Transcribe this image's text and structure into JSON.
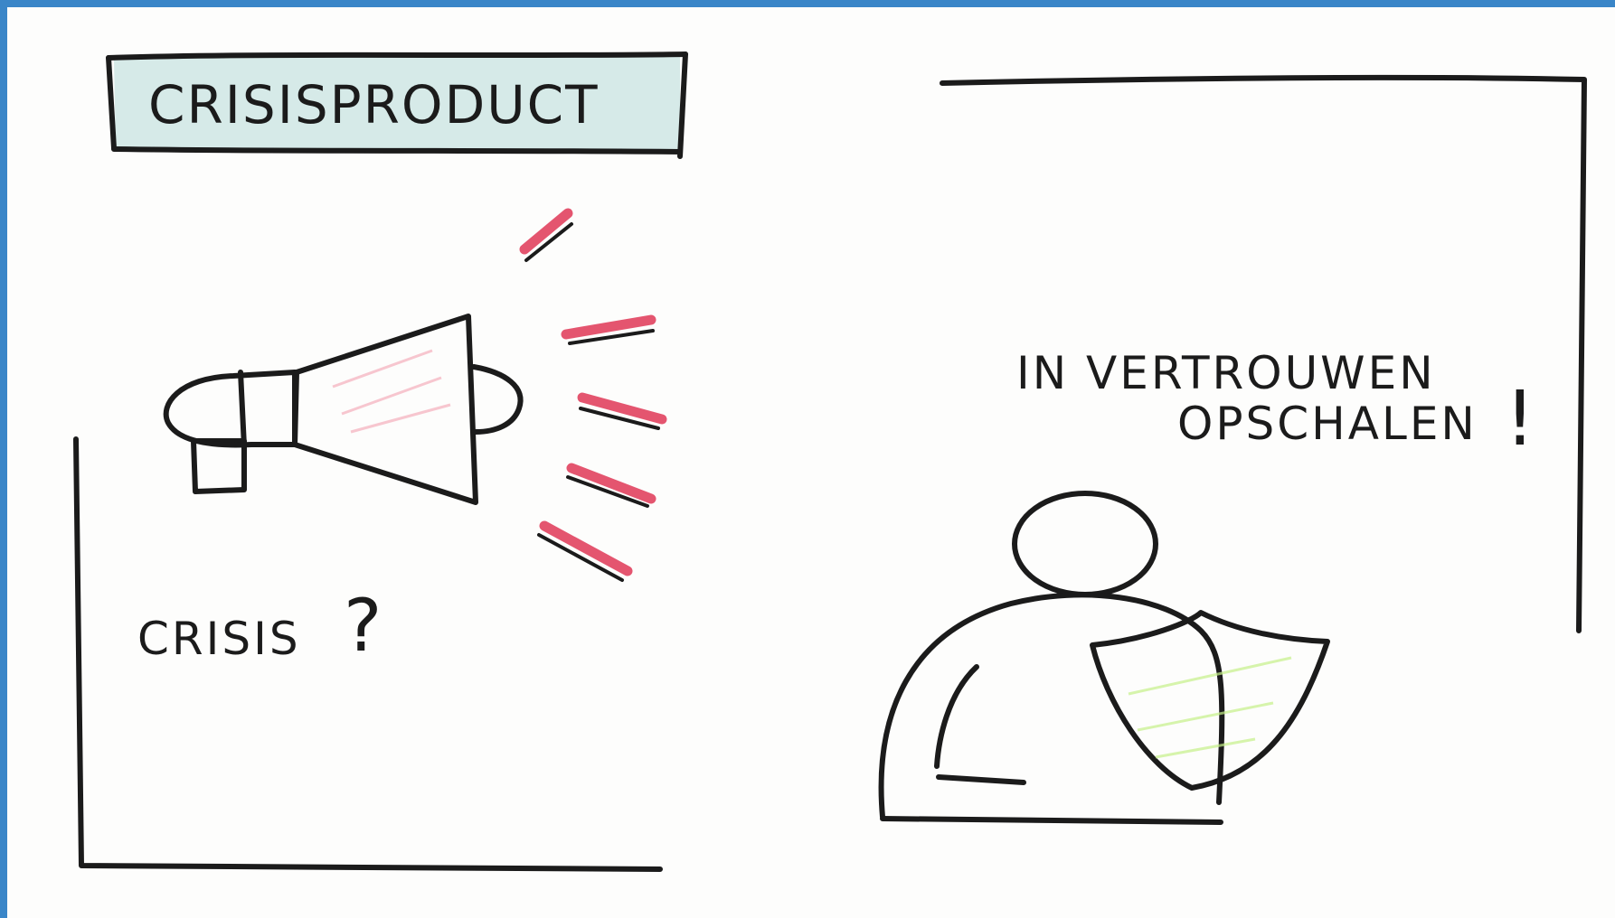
{
  "title": "CRISISPRODUCT",
  "left_panel": {
    "question": "CRISIS",
    "question_mark": "?"
  },
  "right_panel": {
    "line1": "IN VERTROUWEN",
    "line2": "OPSCHALEN",
    "exclamation": "!"
  },
  "icons": {
    "megaphone": "megaphone-icon",
    "person": "person-icon",
    "shield": "shield-icon"
  },
  "colors": {
    "background": "#fdfdfc",
    "border": "#3a86c8",
    "ink": "#1b1b1b",
    "megaphone": "#e4556f",
    "shield": "#98e03c",
    "title_highlight": "#cfe6e4"
  }
}
